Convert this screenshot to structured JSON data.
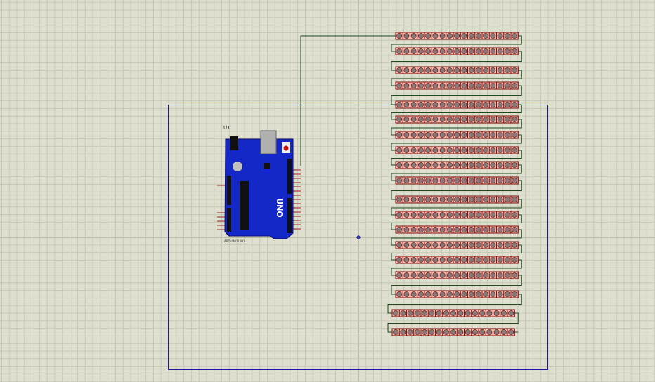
{
  "schematic": {
    "component_ref": "U1",
    "component_name": "ARDUINO UNO",
    "board_text": "UNO",
    "led_strip_count": 19,
    "leds_per_strip": 17,
    "colors": {
      "background": "#dfdfcf",
      "grid": "#c8c8b6",
      "grid_major": "#b4b4a2",
      "sheet_border": "#1a1aa0",
      "wire": "#1f4a1f",
      "board": "#1428c8",
      "strip_fill": "#f2b8a8",
      "strip_border": "#7a1010",
      "led": "#8a7878"
    }
  }
}
